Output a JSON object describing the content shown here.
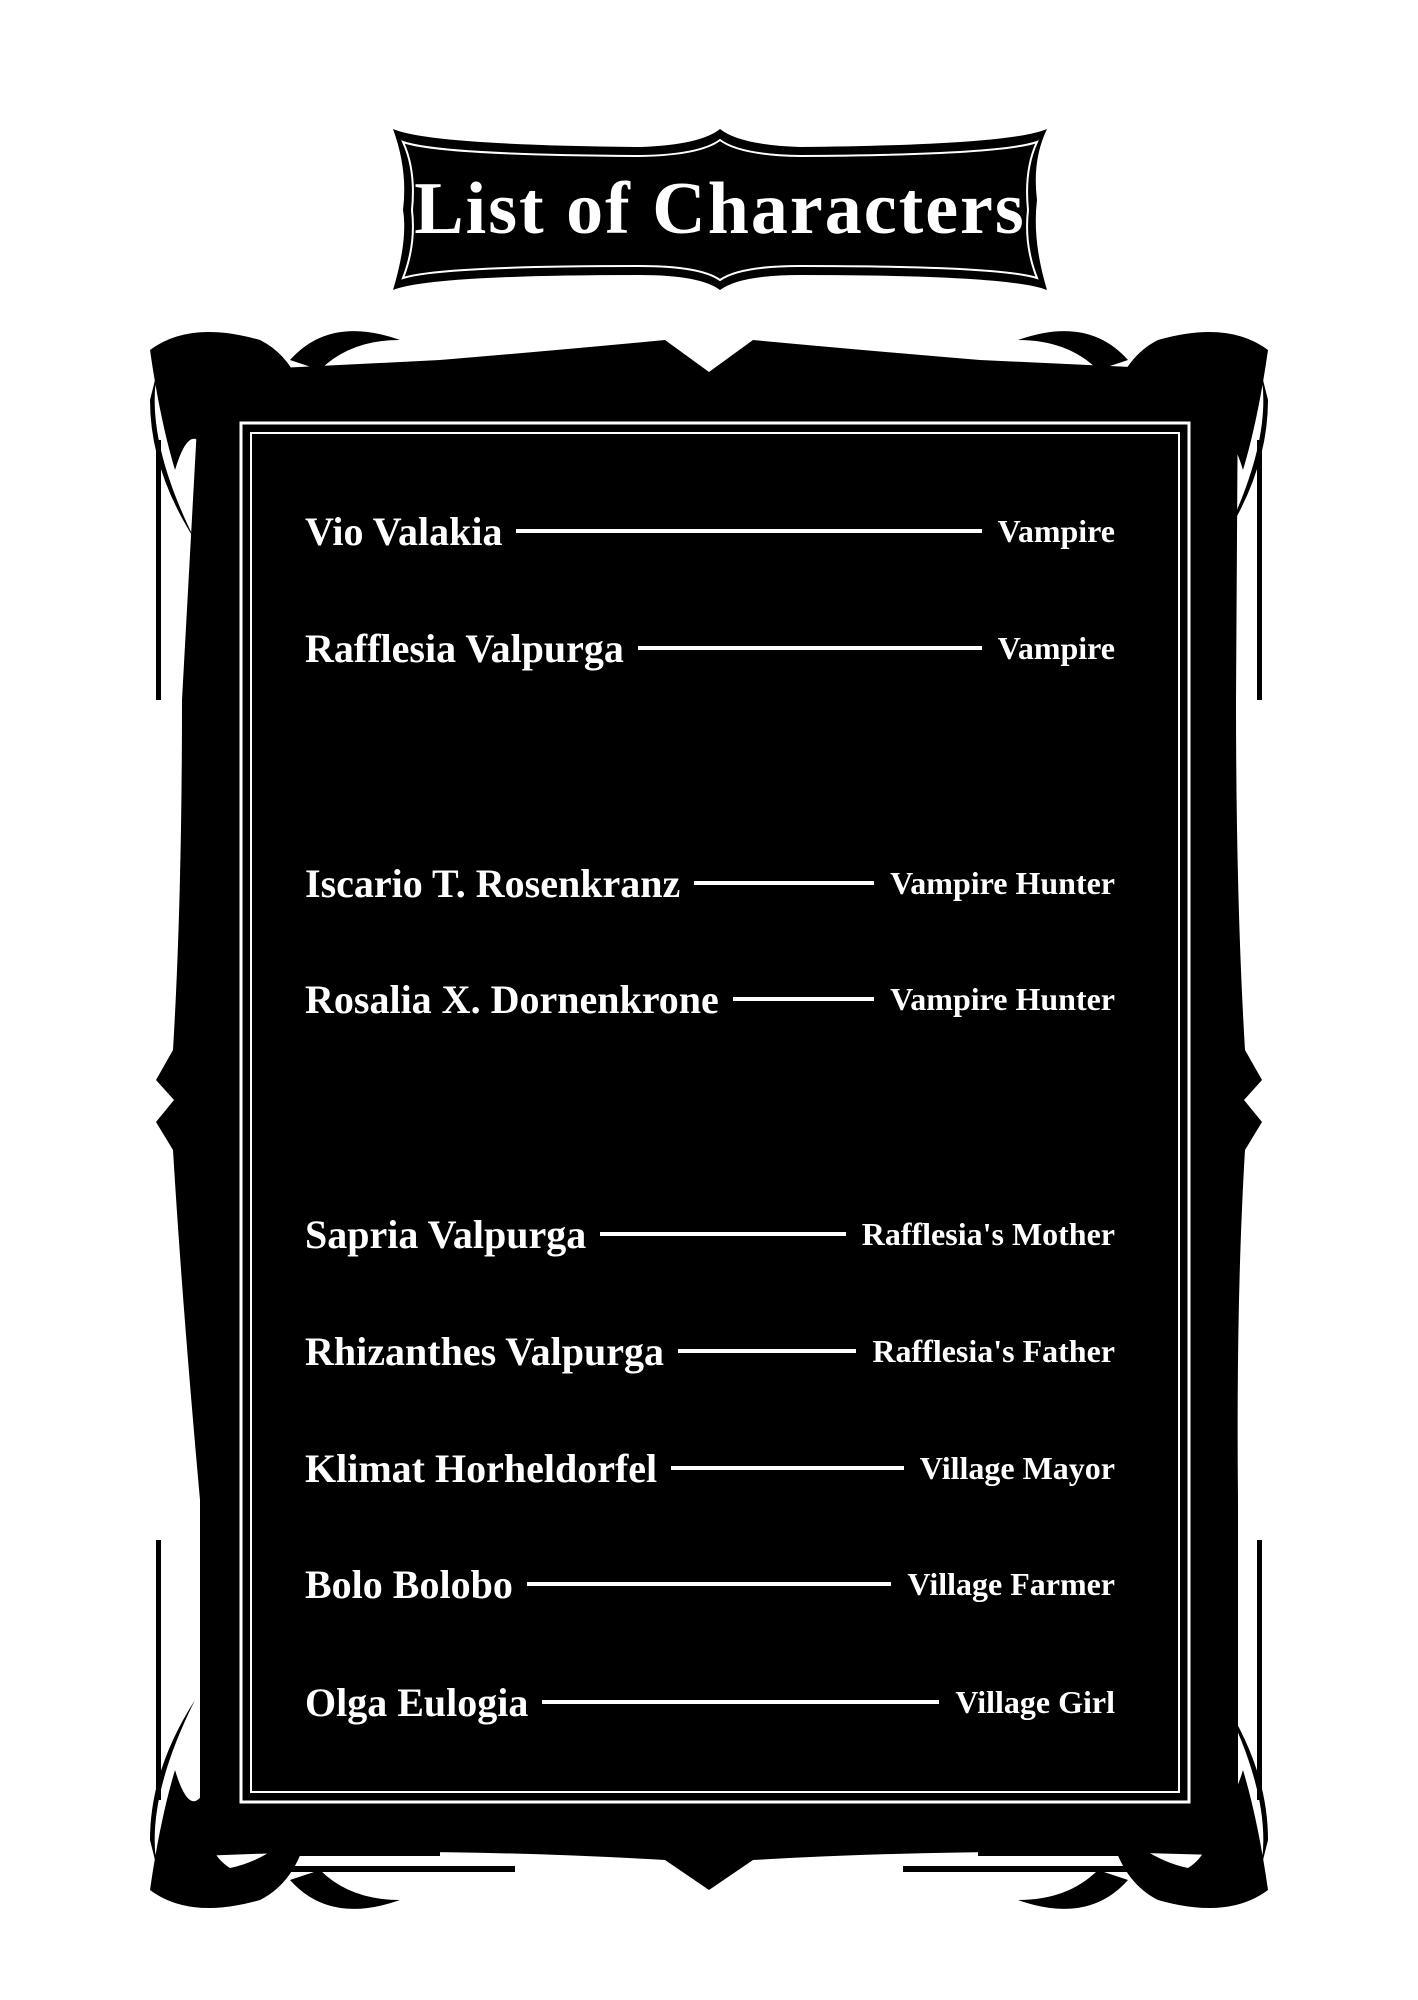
{
  "title": "List of Characters",
  "colors": {
    "background": "#ffffff",
    "panel": "#000000",
    "text": "#ffffff"
  },
  "characters": [
    {
      "name": "Vio Valakia",
      "role": "Vampire"
    },
    {
      "name": "Rafflesia Valpurga",
      "role": "Vampire"
    },
    {
      "name": "Iscario T. Rosenkranz",
      "role": "Vampire Hunter"
    },
    {
      "name": "Rosalia X. Dornenkrone",
      "role": "Vampire Hunter"
    },
    {
      "name": "Sapria Valpurga",
      "role": "Rafflesia's Mother"
    },
    {
      "name": "Rhizanthes Valpurga",
      "role": "Rafflesia's Father"
    },
    {
      "name": "Klimat Horheldorfel",
      "role": "Village Mayor"
    },
    {
      "name": "Bolo Bolobo",
      "role": "Village Farmer"
    },
    {
      "name": "Olga Eulogia",
      "role": "Village Girl"
    }
  ]
}
